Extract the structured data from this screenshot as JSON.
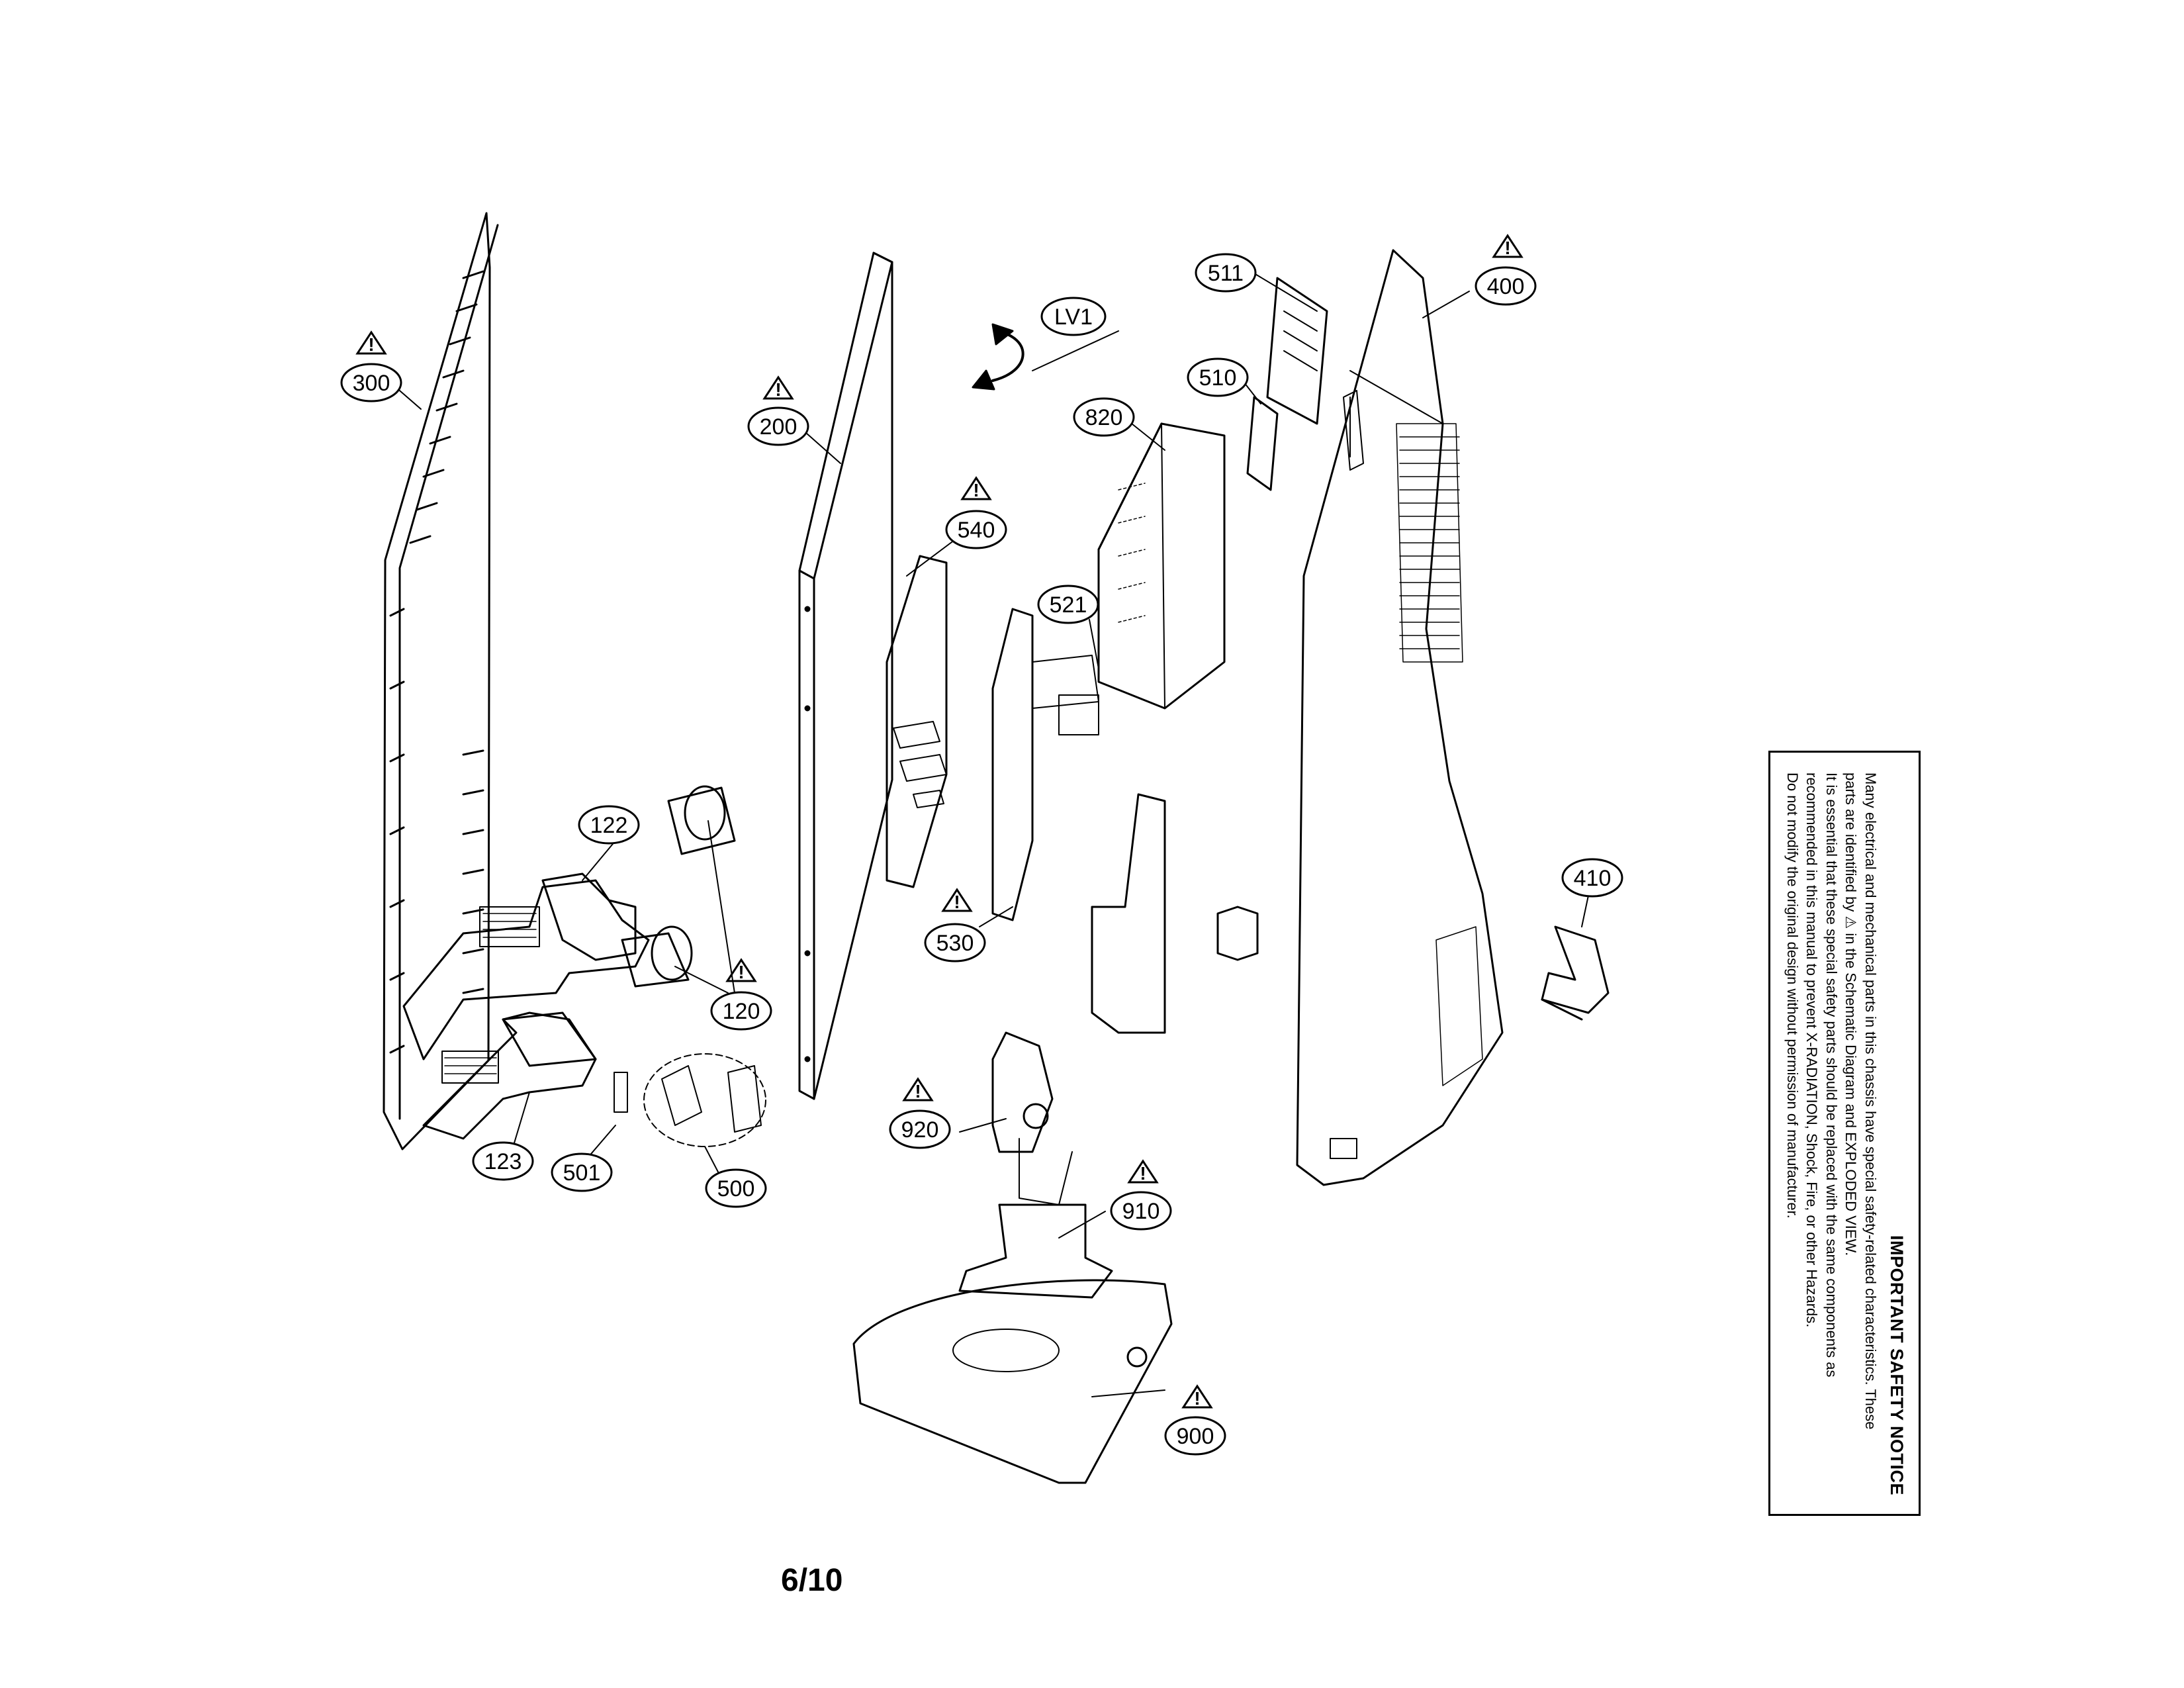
{
  "parts": {
    "p300": {
      "label": "300",
      "warning": true
    },
    "p200": {
      "label": "200",
      "warning": true
    },
    "p540": {
      "label": "540",
      "warning": true
    },
    "p530": {
      "label": "530",
      "warning": true
    },
    "p521": {
      "label": "521",
      "warning": false
    },
    "p820": {
      "label": "820",
      "warning": false
    },
    "p511": {
      "label": "511",
      "warning": false
    },
    "p510": {
      "label": "510",
      "warning": false
    },
    "p400": {
      "label": "400",
      "warning": true
    },
    "p410": {
      "label": "410",
      "warning": false
    },
    "pLV1": {
      "label": "LV1",
      "warning": false
    },
    "p122": {
      "label": "122",
      "warning": false
    },
    "p120": {
      "label": "120",
      "warning": true
    },
    "p123": {
      "label": "123",
      "warning": false
    },
    "p501": {
      "label": "501",
      "warning": false
    },
    "p500": {
      "label": "500",
      "warning": false
    },
    "p920": {
      "label": "920",
      "warning": true
    },
    "p910": {
      "label": "910",
      "warning": true
    },
    "p900": {
      "label": "900",
      "warning": true
    }
  },
  "warning_symbol": "!",
  "page_number": "6/10",
  "notice": {
    "title": "IMPORTANT SAFETY NOTICE",
    "line1": "Many electrical and mechanical parts in this chassis have special safety-related characteristics. These",
    "line2_a": "parts are identified by",
    "line2_symbol": "⚠",
    "line2_b": "in the Schematic Diagram and EXPLODED VIEW.",
    "line3": "It is essential that these special safety parts should be replaced with the same components as",
    "line4": "recommended in this manual to prevent X-RADIATION, Shock, Fire, or other Hazards.",
    "line5": "Do not modify the original design without permission of manufacturer."
  }
}
